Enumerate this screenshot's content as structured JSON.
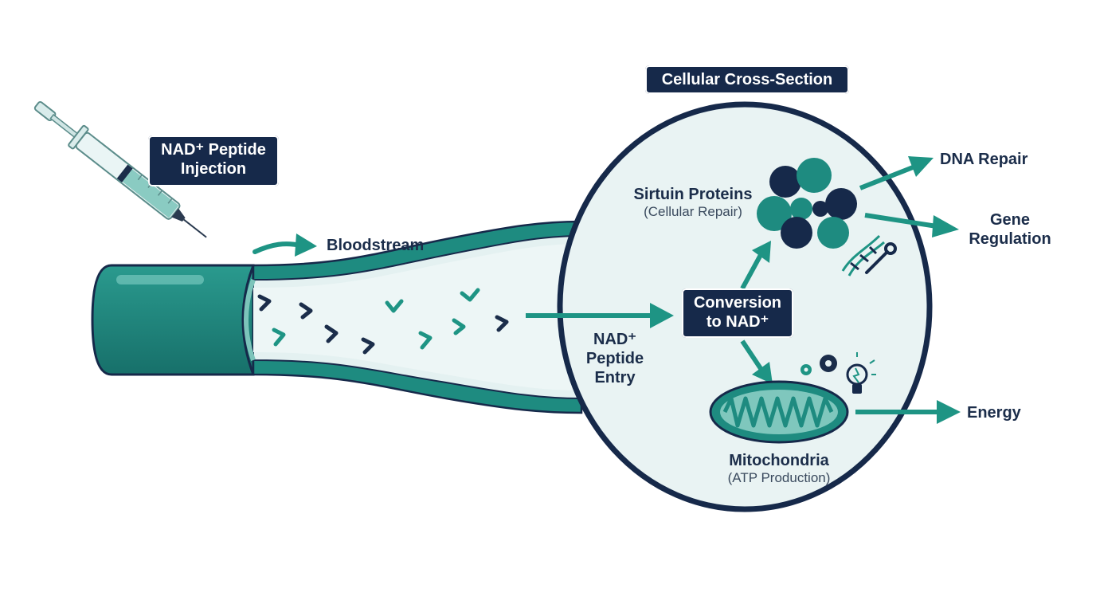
{
  "title_box": "Cellular Cross-Section",
  "injection_label": [
    "NAD⁺ Peptide",
    "Injection"
  ],
  "bloodstream_label": "Bloodstream",
  "entry_label": [
    "NAD⁺",
    "Peptide",
    "Entry"
  ],
  "conversion_label": [
    "Conversion",
    "to NAD⁺"
  ],
  "sirtuin": {
    "title": "Sirtuin Proteins",
    "subtitle": "(Cellular Repair)"
  },
  "mitochondria": {
    "title": "Mitochondria",
    "subtitle": "(ATP Production)"
  },
  "outputs": {
    "dna_repair": "DNA Repair",
    "gene_regulation": [
      "Gene",
      "Regulation"
    ],
    "energy": "Energy"
  },
  "icons": [
    "syringe-icon",
    "dna-icon",
    "wrench-icon",
    "gear-icon",
    "lightbulb-icon",
    "arrow-icon"
  ],
  "colors": {
    "teal": "#1e9484",
    "navy": "#16294a",
    "light_bg": "#e9f3f3",
    "tube": "#1b7d74"
  }
}
